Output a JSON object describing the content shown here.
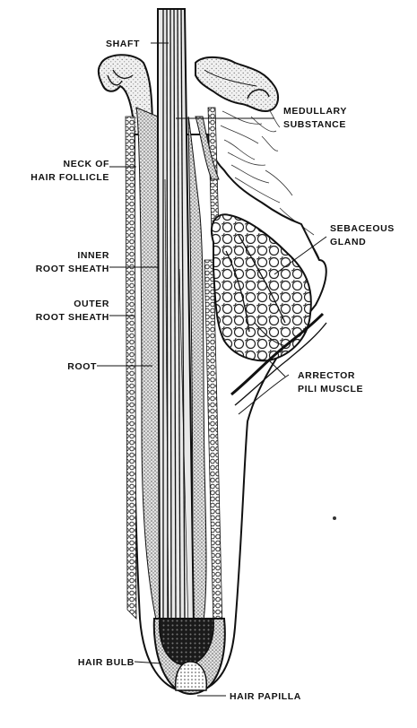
{
  "figure": {
    "labels": {
      "shaft": "SHAFT",
      "medullary_1": "MEDULLARY",
      "medullary_2": "SUBSTANCE",
      "neck_1": "NECK OF",
      "neck_2": "HAIR FOLLICLE",
      "inner_1": "INNER",
      "inner_2": "ROOT SHEATH",
      "outer_1": "OUTER",
      "outer_2": "ROOT SHEATH",
      "root": "ROOT",
      "sebaceous_1": "SEBACEOUS",
      "sebaceous_2": "GLAND",
      "arrector_1": "ARRECTOR",
      "arrector_2": "PILI MUSCLE",
      "bulb": "HAIR BULB",
      "papilla": "HAIR PAPILLA"
    }
  }
}
